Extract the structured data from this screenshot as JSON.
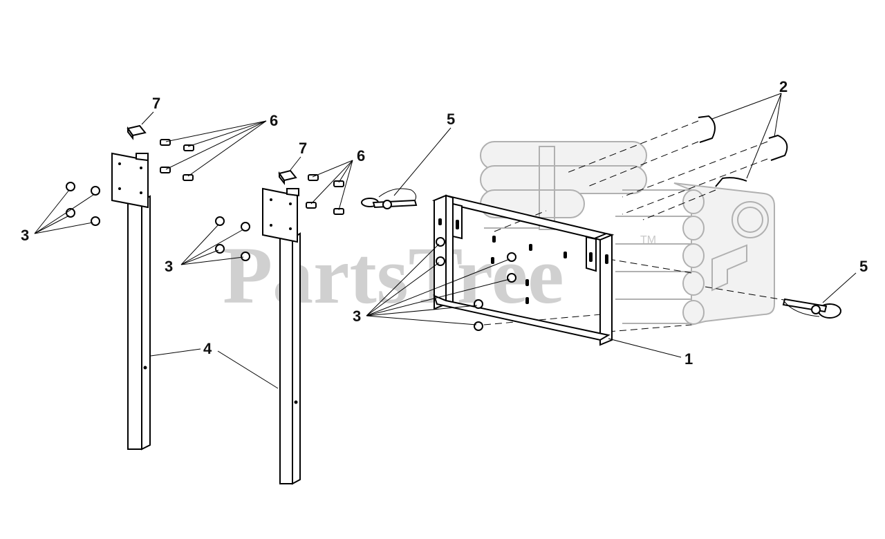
{
  "watermark": {
    "text": "PartsTree",
    "trademark": "TM"
  },
  "callouts": {
    "frame": "1",
    "u_bolts": "2",
    "nuts": "3",
    "posts": "4",
    "lynch_pins": "5",
    "bolts": "6",
    "caps": "7"
  },
  "colors": {
    "line": "#000000",
    "ghost": "#b0b0b0",
    "watermark": "#c8c8c8",
    "background": "#ffffff"
  }
}
